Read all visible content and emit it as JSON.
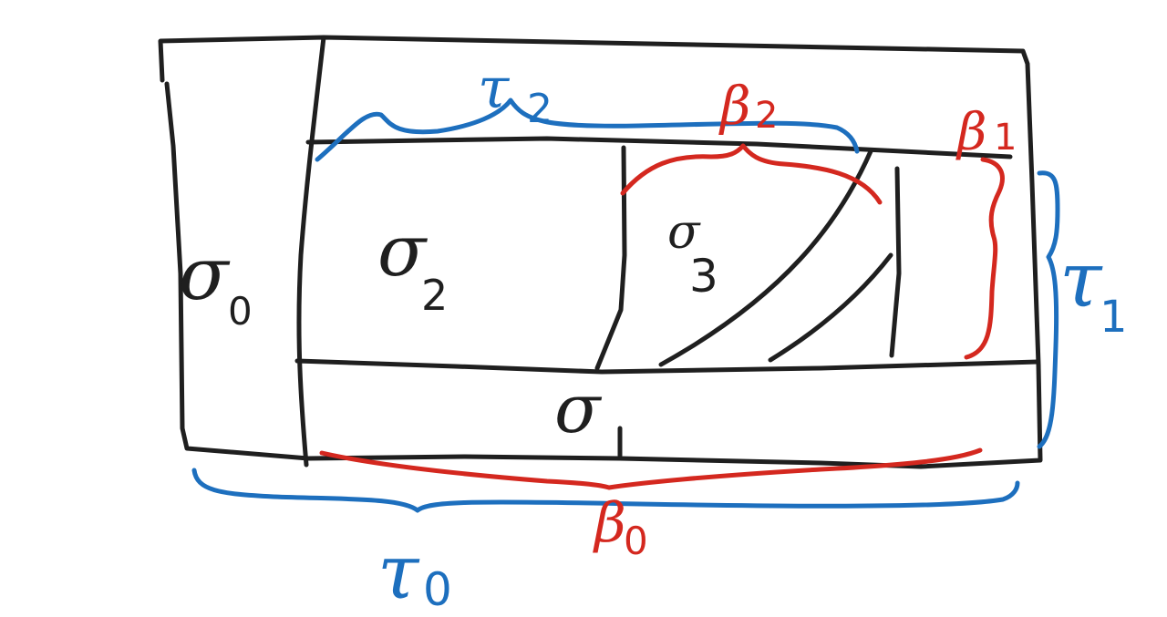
{
  "regions": {
    "sigma0": {
      "symbol": "σ",
      "sub": "0"
    },
    "sigma1": {
      "symbol": "σ",
      "sub": "1"
    },
    "sigma2": {
      "symbol": "σ",
      "sub": "2"
    },
    "sigma3": {
      "symbol": "σ",
      "sub": "3"
    }
  },
  "braces": {
    "tau0": {
      "symbol": "τ",
      "sub": "0"
    },
    "tau1": {
      "symbol": "τ",
      "sub": "1"
    },
    "tau2": {
      "symbol": "τ",
      "sub": "2"
    },
    "beta0": {
      "symbol": "β",
      "sub": "0"
    },
    "beta1": {
      "symbol": "β",
      "sub": "1"
    },
    "beta2": {
      "symbol": "β",
      "sub": "2"
    }
  },
  "colors": {
    "black": "#1f1f1f",
    "blue": "#1d6fbe",
    "red": "#d4281f"
  }
}
